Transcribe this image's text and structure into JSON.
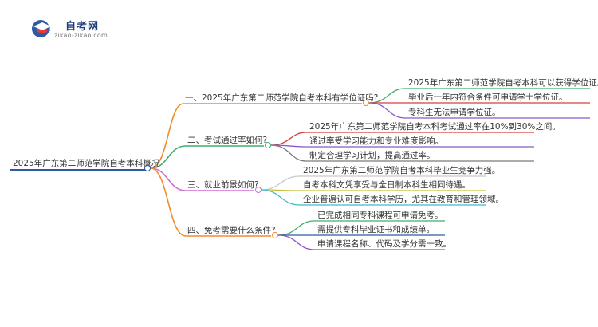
{
  "brand": {
    "title": "自考网",
    "subtitle": "zikao-zikao.com",
    "icon": "graduation-cap-icon",
    "colors": {
      "primary": "#2d5aa0",
      "accent": "#e23b3b"
    }
  },
  "mindmap": {
    "root": "2025年广东第二师范学院自考本科概况",
    "branches": [
      {
        "label": "一、2025年广东第二师范学院自考本科有学位证吗?",
        "color": "#f08c2b",
        "children": [
          {
            "text": "2025年广东第二师范学院自考本科可以获得学位证。",
            "color": "#3fb06a"
          },
          {
            "text": "毕业后一年内符合条件可申请学士学位证。",
            "color": "#d93c3c"
          },
          {
            "text": "专科生无法申请学位证。",
            "color": "#8a57c8"
          }
        ]
      },
      {
        "label": "二、考试通过率如何?",
        "color": "#3fb06a",
        "children": [
          {
            "text": "2025年广东第二师范学院自考本科考试通过率在10%到30%之间。",
            "color": "#d93c3c"
          },
          {
            "text": "通过率受学习能力和专业难度影响。",
            "color": "#8a57c8"
          },
          {
            "text": "制定合理学习计划，提高通过率。",
            "color": "#7a7a7a"
          }
        ]
      },
      {
        "label": "三、就业前景如何?",
        "color": "#d46bd6",
        "children": [
          {
            "text": "2025年广东第二师范学院自考本科毕业生竞争力强。",
            "color": "#c9c9c9"
          },
          {
            "text": "自考本科文凭享受与全日制本科生相同待遇。",
            "color": "#c7c13a"
          },
          {
            "text": "企业普遍认可自考本科学历，尤其在教育和管理领域。",
            "color": "#3bbcd0"
          }
        ]
      },
      {
        "label": "四、免考需要什么条件?",
        "color": "#f08c2b",
        "children": [
          {
            "text": "已完成相同专科课程可申请免考。",
            "color": "#3fb06a"
          },
          {
            "text": "需提供专科毕业证书和成绩单。",
            "color": "#2d5aa0"
          },
          {
            "text": "申请课程名称、代码及学分需一致。",
            "color": "#8a57c8"
          }
        ]
      }
    ]
  }
}
